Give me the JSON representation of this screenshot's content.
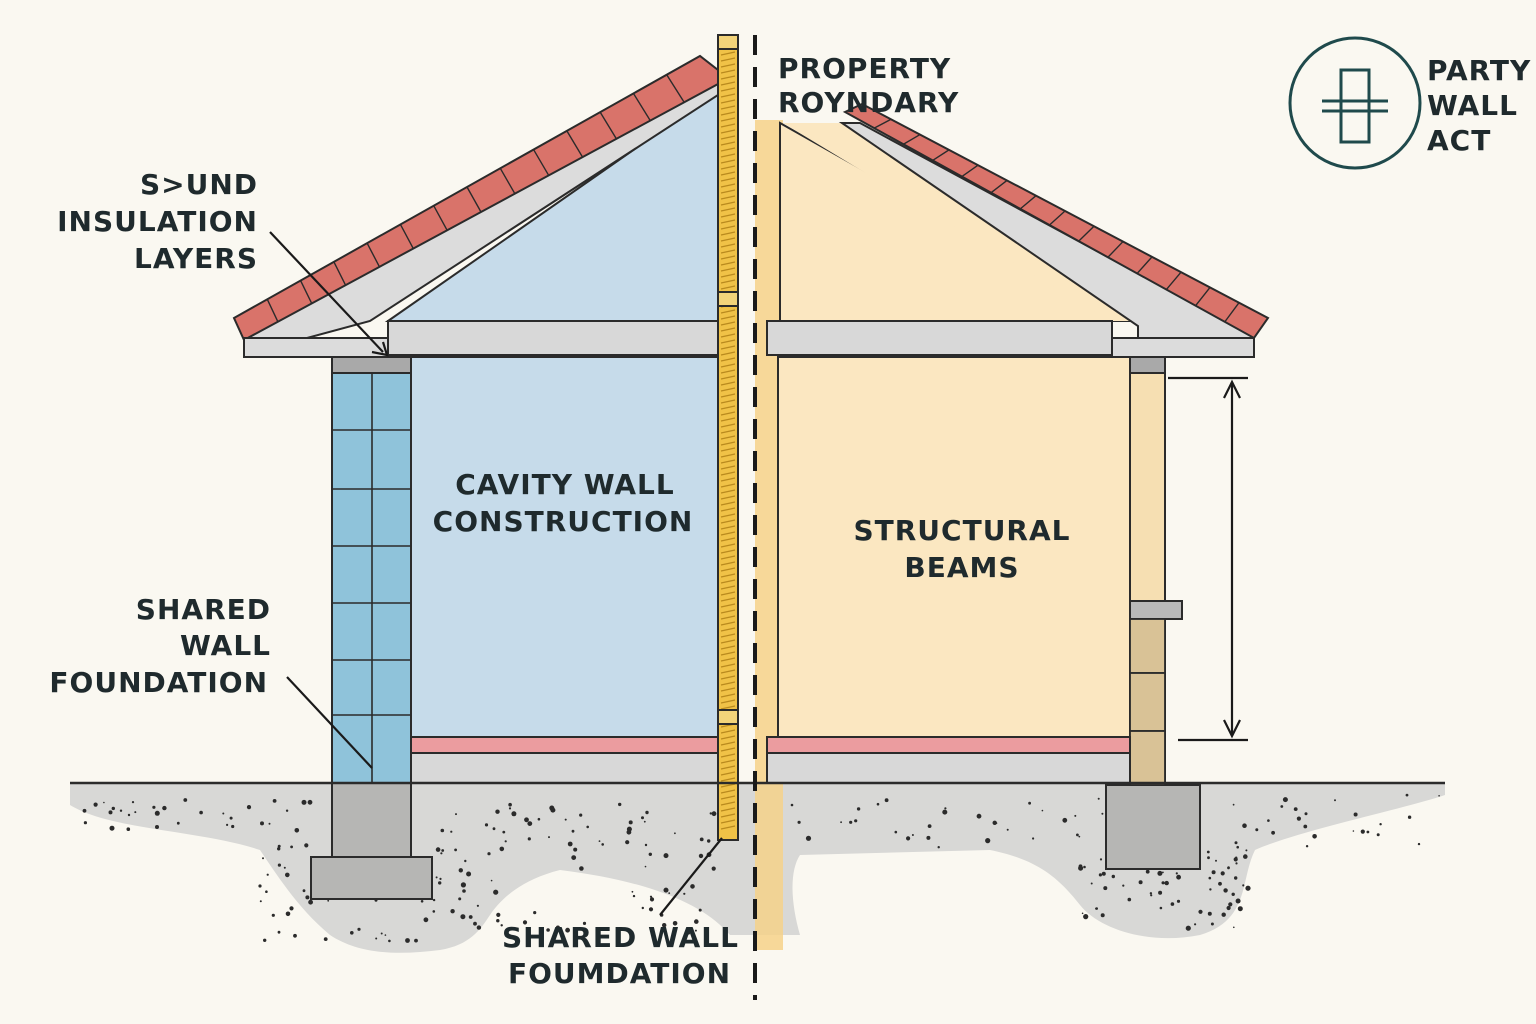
{
  "labels": {
    "property_boundary": [
      "PROPERTY",
      "ROYNDARY"
    ],
    "party_wall_act": [
      "PARTY",
      "WALL",
      "ACT"
    ],
    "sound_insulation": [
      "S>UND",
      "INSULATION",
      "LAYERS"
    ],
    "cavity_wall": [
      "CAVITY WALL",
      "CONSTRUCTION"
    ],
    "structural_beams": [
      "STRUCTURAL",
      "BEAMS"
    ],
    "shared_wall_foundation_left": [
      "SHARED",
      "WALL",
      "FOUNDATION"
    ],
    "shared_wall_foundation_bottom": [
      "SHARED WALL",
      "FOUMDATION"
    ]
  },
  "colors": {
    "background": "#faf8f1",
    "roof_tiles": "#d9736a",
    "left_interior": "#c6dbea",
    "left_blocks": "#8fc3da",
    "right_interior": "#fbe7c1",
    "party_wall": "#f0c247",
    "boundary_glow": "#f6d28a",
    "beam": "#d8d8d8",
    "floor_insulation": "#eb9c9f",
    "ground": "#d8d8d6",
    "foundation": "#b6b6b4",
    "ink": "#1f2a2d",
    "logo": "#1f4a4c"
  },
  "icons": {
    "party_wall_logo": "party-wall-act-icon"
  }
}
